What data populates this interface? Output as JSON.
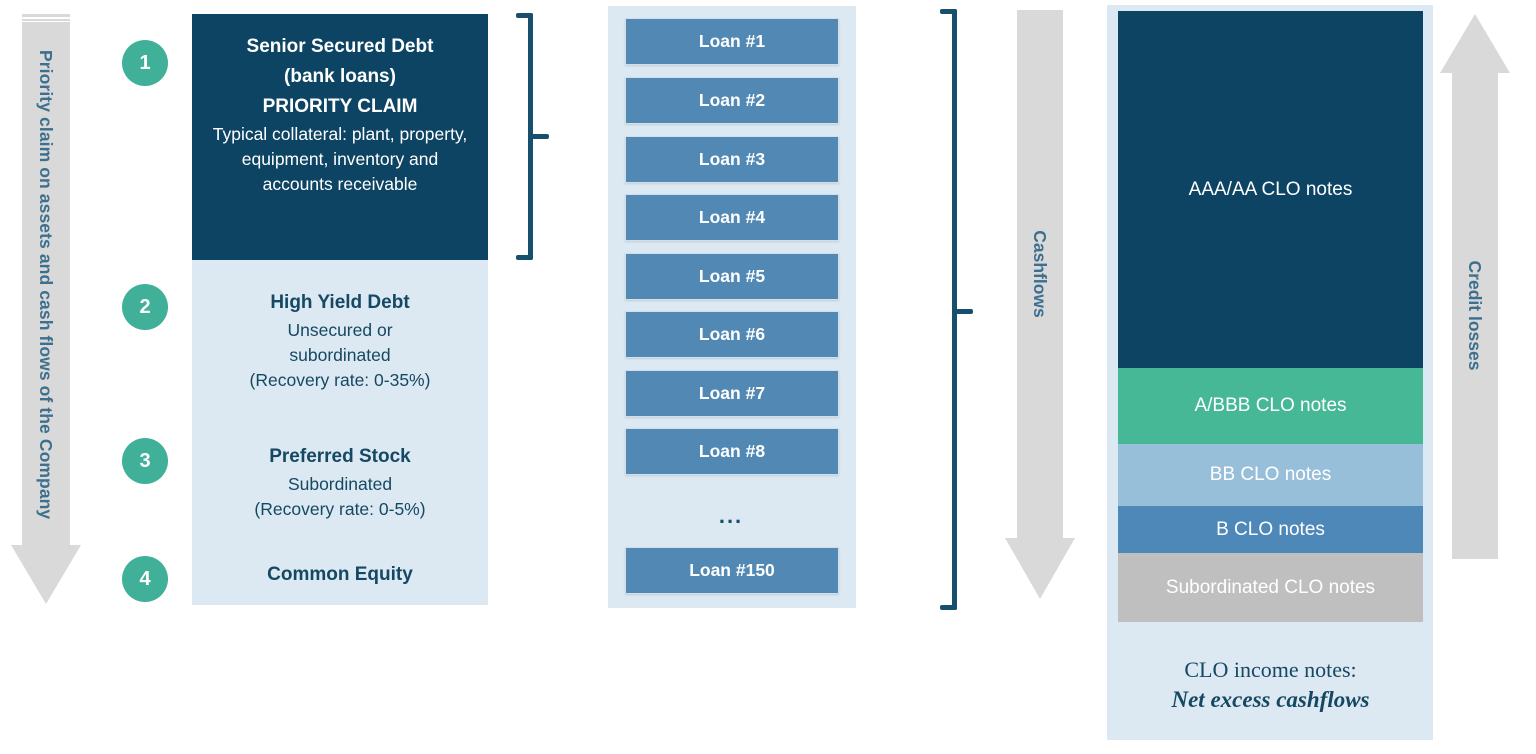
{
  "colors": {
    "navy": "#0d4463",
    "navy_text": "#154863",
    "pale_blue": "#dce9f2",
    "loan_blue": "#5189b4",
    "teal_green": "#40b098",
    "tranche_abbb": "#46b896",
    "tranche_bb": "#97bfd9",
    "tranche_b": "#4d88b8",
    "tranche_sub": "#bfbfbf",
    "grey_arrow": "#d9d9d9",
    "bracket": "#17506e",
    "label_blue": "#3d6f8e"
  },
  "left_arrow": {
    "label": "Priority claim on assets and cash flows of the Company",
    "direction": "down"
  },
  "capital_structure": {
    "tiers": [
      {
        "number": "1",
        "title": "Senior Secured Debt",
        "subtitle": "(bank loans)",
        "emphasis": "PRIORITY CLAIM",
        "detail": "Typical collateral: plant, property, equipment, inventory and accounts receivable"
      },
      {
        "number": "2",
        "title": "High Yield Debt",
        "line1": "Unsecured or",
        "line2": "subordinated",
        "recovery": "(Recovery rate: 0-35%)"
      },
      {
        "number": "3",
        "title": "Preferred Stock",
        "line1": "Subordinated",
        "recovery": "(Recovery rate: 0-5%)"
      },
      {
        "number": "4",
        "title": "Common Equity"
      }
    ]
  },
  "loan_pool": {
    "loans": [
      "Loan #1",
      "Loan #2",
      "Loan #3",
      "Loan #4",
      "Loan #5",
      "Loan #6",
      "Loan #7",
      "Loan #8"
    ],
    "ellipsis": "...",
    "last_loan": "Loan #150"
  },
  "cashflow_arrow": {
    "label": "Cashflows",
    "direction": "down"
  },
  "clo_structure": {
    "tranches": [
      {
        "label": "AAA/AA CLO notes",
        "color": "#0d4463"
      },
      {
        "label": "A/BBB CLO notes",
        "color": "#46b896"
      },
      {
        "label": "BB CLO notes",
        "color": "#97bfd9"
      },
      {
        "label": "B CLO notes",
        "color": "#4d88b8"
      },
      {
        "label": "Subordinated CLO notes",
        "color": "#bfbfbf"
      }
    ],
    "income_notes": {
      "line1": "CLO income notes:",
      "line2": "Net excess cashflows"
    }
  },
  "credit_arrow": {
    "label": "Credit losses",
    "direction": "up"
  }
}
